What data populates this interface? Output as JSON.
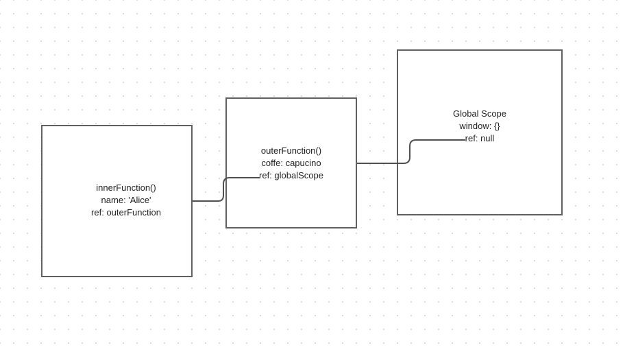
{
  "diagram": {
    "nodes": [
      {
        "id": "inner",
        "lines": [
          "innerFunction()",
          "name: 'Alice'",
          "ref: outerFunction"
        ]
      },
      {
        "id": "outer",
        "lines": [
          "outerFunction()",
          "coffe: capucino",
          "ref: globalScope"
        ]
      },
      {
        "id": "global",
        "lines": [
          "Global Scope",
          "window: {}",
          "ref: null"
        ]
      }
    ],
    "edges": [
      {
        "from": "inner",
        "to": "outer"
      },
      {
        "from": "outer",
        "to": "global"
      }
    ]
  }
}
